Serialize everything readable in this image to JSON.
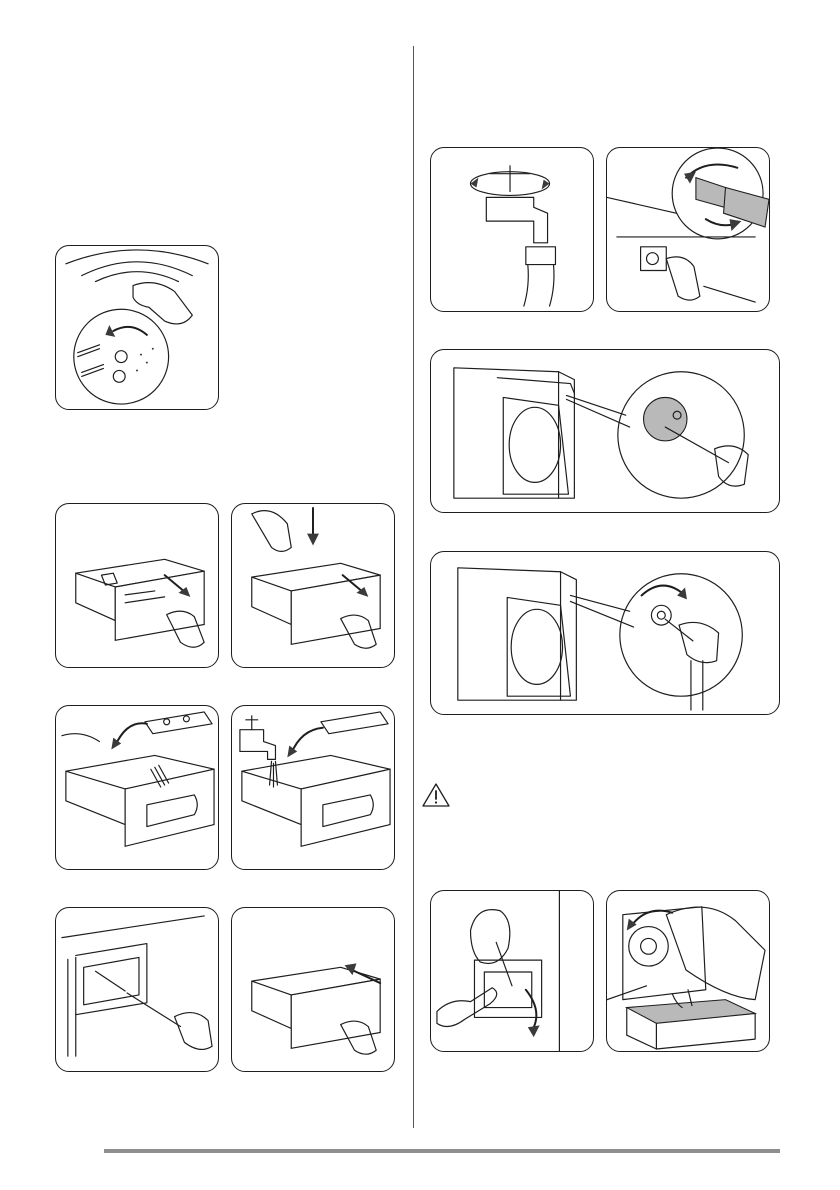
{
  "page": {
    "illustrations": [
      {
        "id": "door-seal-cleaning",
        "icon": "door-seal-icon"
      },
      {
        "id": "dispenser-pull-out",
        "icon": "drawer-pull-icon"
      },
      {
        "id": "dispenser-press-release",
        "icon": "drawer-release-icon"
      },
      {
        "id": "dispenser-remove-insert",
        "icon": "insert-remove-icon"
      },
      {
        "id": "dispenser-rinse",
        "icon": "tap-rinse-icon"
      },
      {
        "id": "dispenser-recess-brush",
        "icon": "brush-icon"
      },
      {
        "id": "dispenser-push-in",
        "icon": "drawer-push-icon"
      },
      {
        "id": "water-tap-close",
        "icon": "tap-close-icon"
      },
      {
        "id": "inlet-hose-unscrew",
        "icon": "hose-unscrew-icon"
      },
      {
        "id": "inlet-filter-clean",
        "icon": "filter-brush-icon"
      },
      {
        "id": "inlet-hose-reattach",
        "icon": "hose-reattach-icon"
      },
      {
        "id": "drain-filter-flap-open",
        "icon": "flap-open-icon"
      },
      {
        "id": "drain-filter-unscrew",
        "icon": "drain-filter-icon"
      }
    ],
    "warning": {
      "icon": "warning-triangle-icon",
      "color": "#1e1e1e"
    },
    "colors": {
      "line": "#1e1e1e",
      "shade": "#b9b9b9",
      "rule": "#8f8f8f"
    }
  }
}
